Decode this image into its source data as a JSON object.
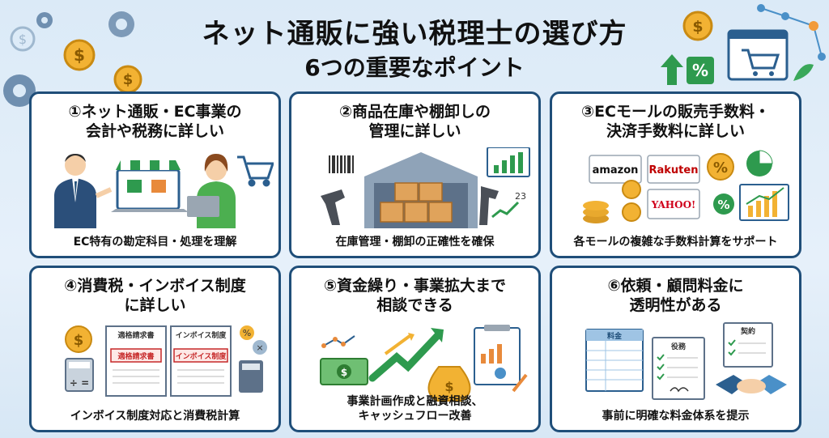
{
  "header": {
    "title": "ネット通販に強い税理士の選び方",
    "subtitle": "6つの重要なポイント"
  },
  "colors": {
    "card_border": "#1f4e79",
    "background": "#dbeaf7",
    "coin": "#f2b233",
    "accent_green": "#2e9a4e"
  },
  "cards": [
    {
      "title_lines": [
        "①ネット通販・EC事業の",
        "会計や税務に詳しい"
      ],
      "footer_lines": [
        "EC特有の勘定科目・処理を理解"
      ],
      "icons": [
        "advisor-person-icon",
        "online-shop-laptop-icon",
        "shopper-person-icon",
        "shopping-cart-icon"
      ]
    },
    {
      "title_lines": [
        "②商品在庫や棚卸しの",
        "管理に詳しい"
      ],
      "footer_lines": [
        "在庫管理・棚卸の正確性を確保"
      ],
      "art_number": "23",
      "icons": [
        "barcode-icon",
        "warehouse-icon",
        "boxes-icon",
        "scanner-icon",
        "bar-chart-icon"
      ]
    },
    {
      "title_lines": [
        "③ECモールの販売手数料・",
        "決済手数料に詳しい"
      ],
      "footer_lines": [
        "各モールの複雑な手数料計算をサポート"
      ],
      "mall_logos": [
        "amazon",
        "Rakuten",
        "YAHOO!"
      ],
      "icons": [
        "coin-stack-icon",
        "percent-icon",
        "pie-chart-icon",
        "growth-chart-icon"
      ]
    },
    {
      "title_lines": [
        "④消費税・インボイス制度",
        "に詳しい"
      ],
      "footer_lines": [
        "インボイス制度対応と消費税計算"
      ],
      "doc_labels": [
        "適格請求書",
        "適格請求書",
        "インボイス制度",
        "インボイス制度"
      ],
      "icons": [
        "coin-icon",
        "calculator-icon",
        "invoice-document-icon",
        "math-symbols-icon"
      ]
    },
    {
      "title_lines": [
        "⑤資金繰り・事業拡大まで",
        "相談できる"
      ],
      "footer_lines": [
        "事業計画作成と融資相談、",
        "キャッシュフロー改善"
      ],
      "icons": [
        "cash-icon",
        "growth-arrow-icon",
        "money-bag-icon",
        "report-clipboard-icon"
      ]
    },
    {
      "title_lines": [
        "⑥依頼・顧問料金に",
        "透明性がある"
      ],
      "footer_lines": [
        "事前に明確な料金体系を提示"
      ],
      "doc_labels": [
        "料金",
        "役務",
        "契約"
      ],
      "icons": [
        "fee-table-icon",
        "checklist-icon",
        "contract-icon",
        "handshake-icon"
      ]
    }
  ]
}
